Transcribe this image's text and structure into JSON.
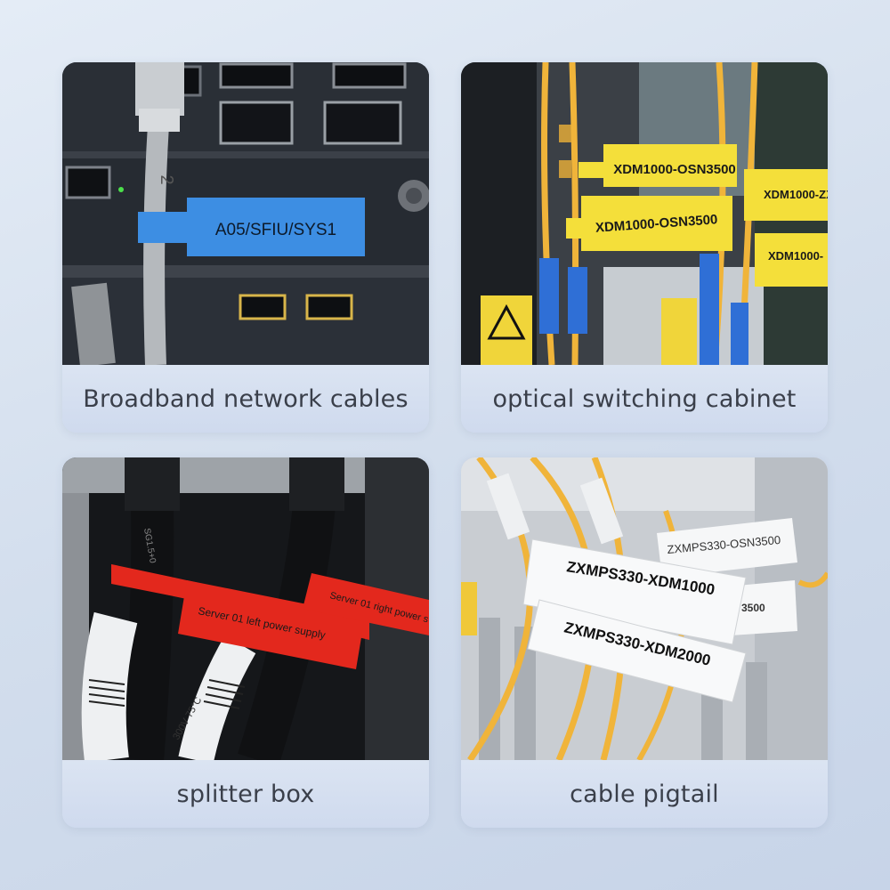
{
  "cards": [
    {
      "caption": "Broadband network cables",
      "tags": [
        "A05/SFIU/SYS1"
      ],
      "cable_print": "2",
      "colors": {
        "tag": "#3d8ee3"
      }
    },
    {
      "caption": "optical switching cabinet",
      "tags": [
        "XDM1000-OSN3500",
        "XDM1000-OSN3500",
        "XDM1000-ZX",
        "XDM1000-"
      ],
      "colors": {
        "tag": "#f4df3a",
        "fiber": "#f0b43a",
        "connector": "#2f6fd6"
      }
    },
    {
      "caption": "splitter box",
      "tags": [
        "Server 01 left power supply",
        "Server 01 right power s"
      ],
      "cable_print": [
        "300V  75°C",
        "SG1.5+0"
      ],
      "colors": {
        "tag": "#e3281d"
      }
    },
    {
      "caption": "cable pigtail",
      "tags": [
        "ZXMPS330-XDM1000",
        "ZXMPS330-XDM2000",
        "ZXMPS330-OSN3500",
        "3500"
      ],
      "colors": {
        "tag": "#f1f2f4",
        "fiber": "#f0b43a"
      }
    }
  ]
}
